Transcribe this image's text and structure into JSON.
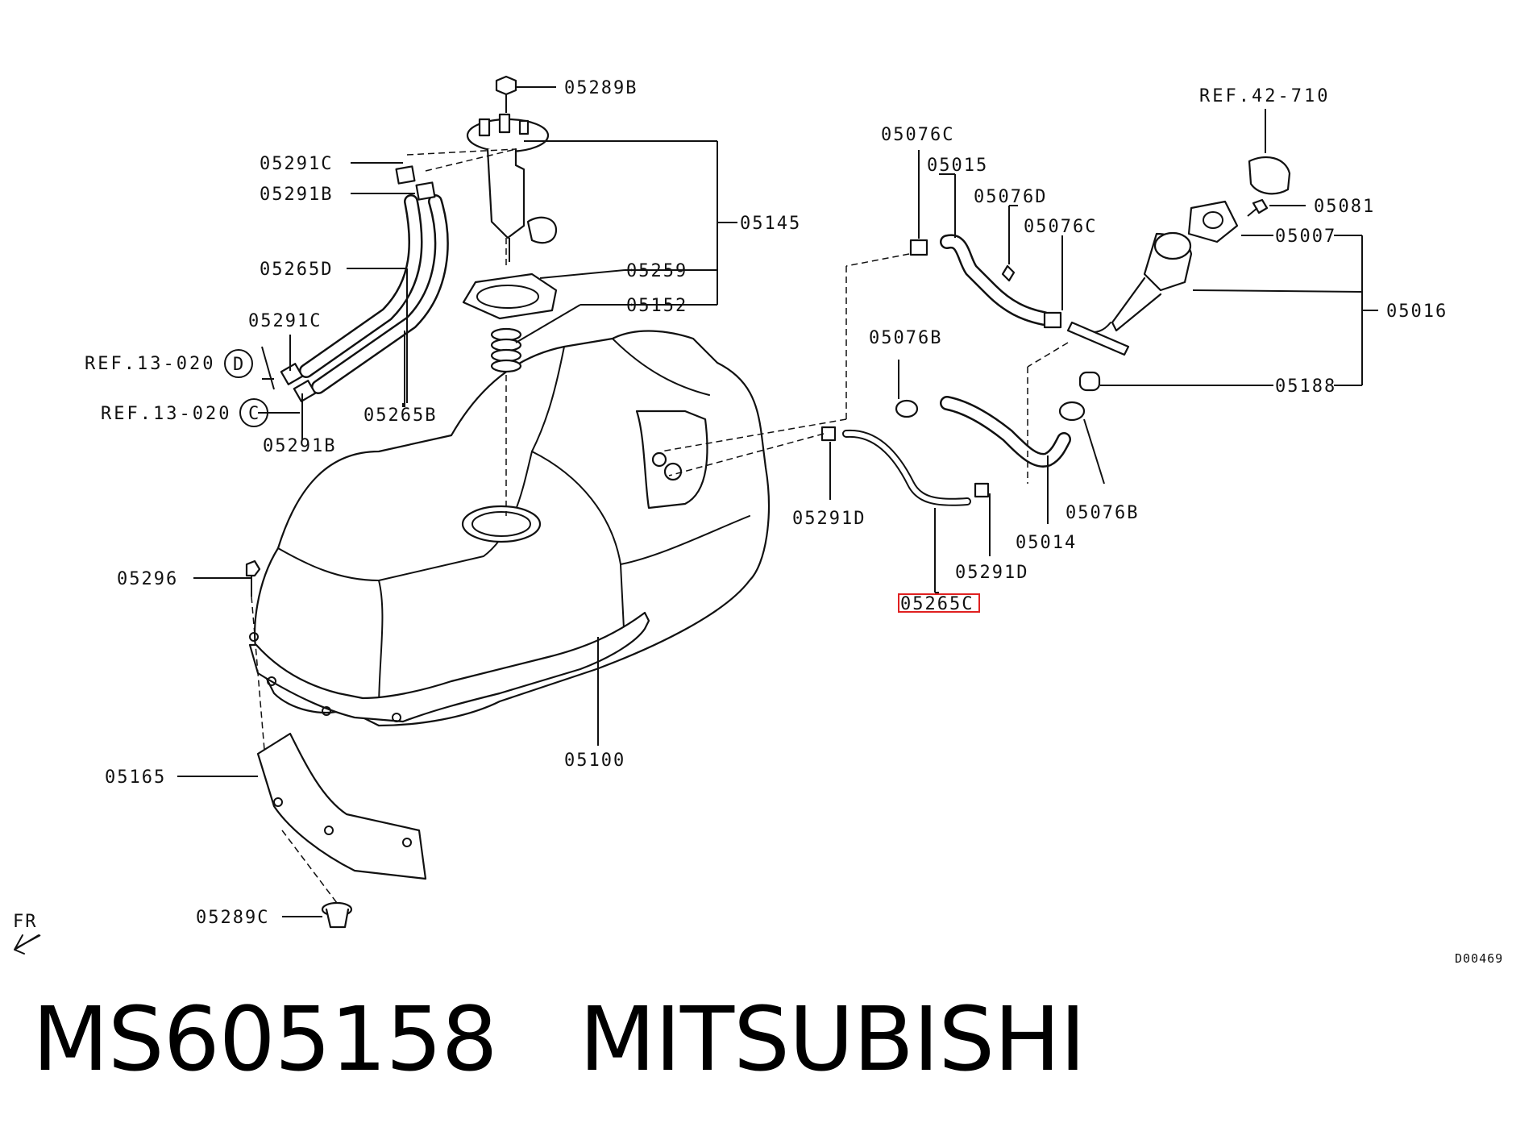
{
  "labels": {
    "l05289B": "05289B",
    "l05291C_a": "05291C",
    "l05291B_a": "05291B",
    "l05145": "05145",
    "l05265D": "05265D",
    "l05259": "05259",
    "l05152": "05152",
    "l05291C_b": "05291C",
    "ref13D": "REF.13-020",
    "ref13C": "REF.13-020",
    "circD": "D",
    "circC": "C",
    "l05265B": "05265B",
    "l05291B_b": "05291B",
    "l05076C_a": "05076C",
    "l05015": "05015",
    "l05076D": "05076D",
    "l05076C_b": "05076C",
    "ref42": "REF.42-710",
    "l05081": "05081",
    "l05007": "05007",
    "l05016": "05016",
    "l05076B_a": "05076B",
    "l05188": "05188",
    "l05291D_a": "05291D",
    "l05014": "05014",
    "l05076B_b": "05076B",
    "l05291D_b": "05291D",
    "l05265C": "05265C",
    "l05296": "05296",
    "l05100": "05100",
    "l05165": "05165",
    "l05289C": "05289C",
    "fr": "FR",
    "diagram_id": "D00469"
  },
  "footer": {
    "part_number": "MS605158",
    "brand": "MITSUBISHI"
  },
  "colors": {
    "highlight": "#e02020",
    "ink": "#111111"
  }
}
